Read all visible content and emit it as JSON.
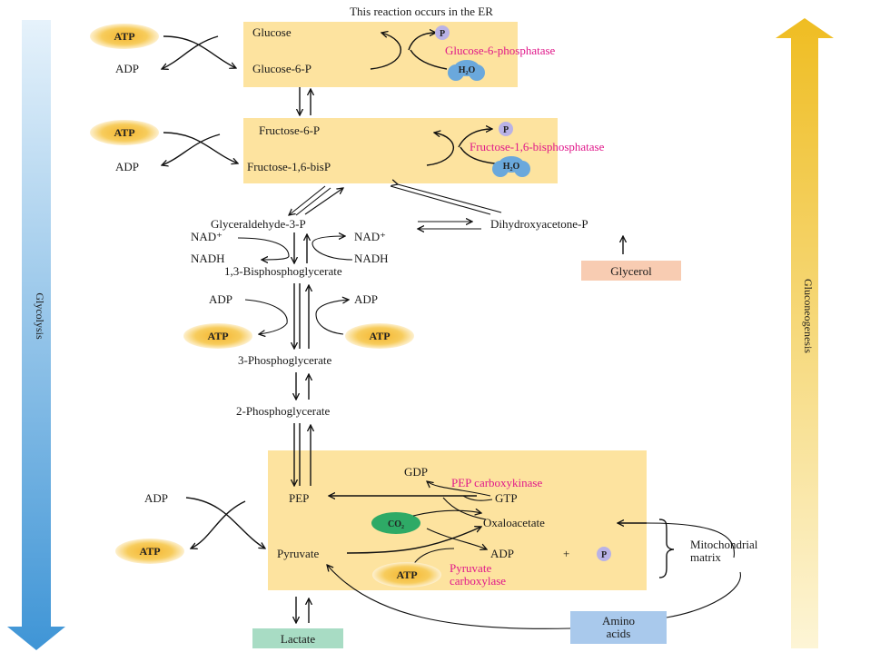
{
  "header_note": "This reaction occurs in the ER",
  "left_arrow_label": "Glycolysis",
  "right_arrow_label": "Gluconeogenesis",
  "metabolites": {
    "glucose": "Glucose",
    "g6p": "Glucose-6-P",
    "f6p": "Fructose-6-P",
    "f16bp": "Fructose-1,6-bisP",
    "g3p": "Glyceraldehyde-3-P",
    "dhap": "Dihydroxyacetone-P",
    "bpg13": "1,3-Bisphosphoglycerate",
    "pg3": "3-Phosphoglycerate",
    "pg2": "2-Phosphoglycerate",
    "pep": "PEP",
    "pyruvate": "Pyruvate",
    "oxaloacetate": "Oxaloacetate"
  },
  "cofactors": {
    "atp": "ATP",
    "adp": "ADP",
    "gdp": "GDP",
    "gtp": "GTP",
    "nad": "NAD⁺",
    "nadh": "NADH",
    "p": "P",
    "h2o": "H₂O",
    "co2": "CO₂",
    "plus": "+"
  },
  "enzymes": {
    "g6pase": "Glucose-6-phosphatase",
    "fbpase": "Fructose-1,6-bisphosphatase",
    "pepck": "PEP carboxykinase",
    "pc_line1": "Pyruvate",
    "pc_line2": "carboxylase"
  },
  "sources": {
    "glycerol": "Glycerol",
    "lactate": "Lactate",
    "amino_line1": "Amino",
    "amino_line2": "acids",
    "mito_line1": "Mitochondrial",
    "mito_line2": "matrix"
  },
  "colors": {
    "highlight_box": "#fde39f",
    "atp_fill": "#f5c048",
    "p_fill": "#b9b2e6",
    "water_fill": "#6aa8dc",
    "co2_fill": "#2eaa66",
    "glycerol_fill": "#f8ccb2",
    "lactate_fill": "#a8dcc4",
    "amino_fill": "#a9c9ec",
    "enzyme_text": "#e0198a",
    "glycolysis_arrow": "#4d9fdb",
    "gluconeogenesis_arrow": "#f0c030"
  }
}
